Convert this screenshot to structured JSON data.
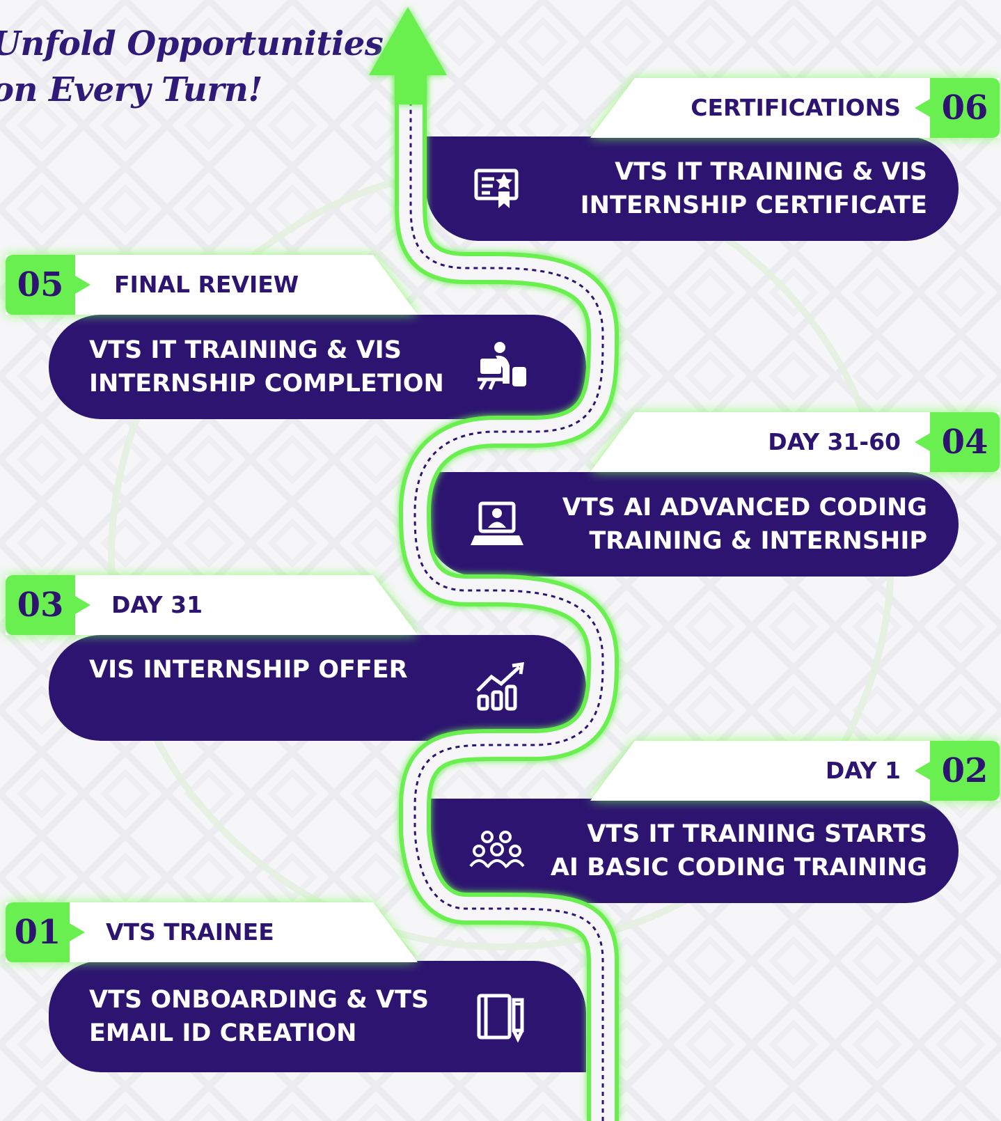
{
  "headline": {
    "line1": "Unfold Opportunities",
    "line2": "on Every Turn!"
  },
  "colors": {
    "card": "#2d1470",
    "road": "#69f050",
    "tab": "#ffffff",
    "text_dark": "#2d1470"
  },
  "steps": [
    {
      "number": "01",
      "tag": "VTS TRAINEE",
      "line1": "VTS ONBOARDING & VTS",
      "line2": "EMAIL ID CREATION",
      "icon": "notebook-pencil-icon"
    },
    {
      "number": "02",
      "tag": "DAY 1",
      "line1": "VTS IT TRAINING STARTS",
      "line2": "AI BASIC CODING TRAINING",
      "icon": "team-icon"
    },
    {
      "number": "03",
      "tag": "DAY 31",
      "line1": "VIS INTERNSHIP OFFER",
      "line2": "",
      "icon": "growth-chart-icon"
    },
    {
      "number": "04",
      "tag": "DAY 31-60",
      "line1": "VTS AI ADVANCED CODING",
      "line2": "TRAINING & INTERNSHIP",
      "icon": "laptop-user-icon"
    },
    {
      "number": "05",
      "tag": "FINAL REVIEW",
      "line1": "VTS IT TRAINING & VIS",
      "line2": "INTERNSHIP COMPLETION",
      "icon": "review-meeting-icon"
    },
    {
      "number": "06",
      "tag": "CERTIFICATIONS",
      "line1": "VTS IT TRAINING  & VIS",
      "line2": "INTERNSHIP CERTIFICATE",
      "icon": "certificate-icon"
    }
  ]
}
